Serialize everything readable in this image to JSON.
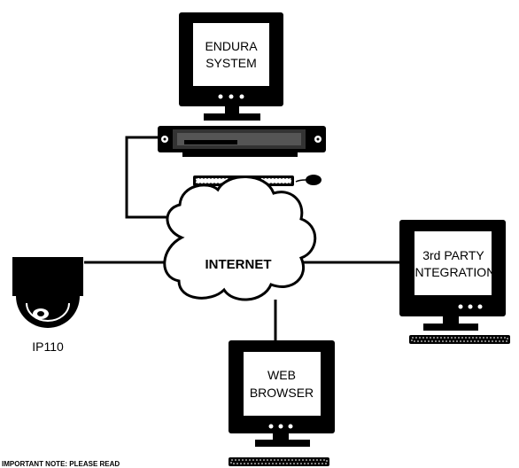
{
  "monitors": {
    "endura": {
      "line1": "ENDURA",
      "line2": "SYSTEM"
    },
    "third_party": {
      "line1": "3rd PARTY",
      "line2": "INTEGRATION"
    },
    "web": {
      "line1": "WEB",
      "line2": "BROWSER"
    }
  },
  "cloud": {
    "label": "INTERNET"
  },
  "camera": {
    "label": "IP110"
  },
  "note": {
    "text": "IMPORTANT NOTE: PLEASE READ"
  },
  "colors": {
    "ink": "#000000",
    "screen": "#ffffff",
    "paper": "#ffffff"
  }
}
